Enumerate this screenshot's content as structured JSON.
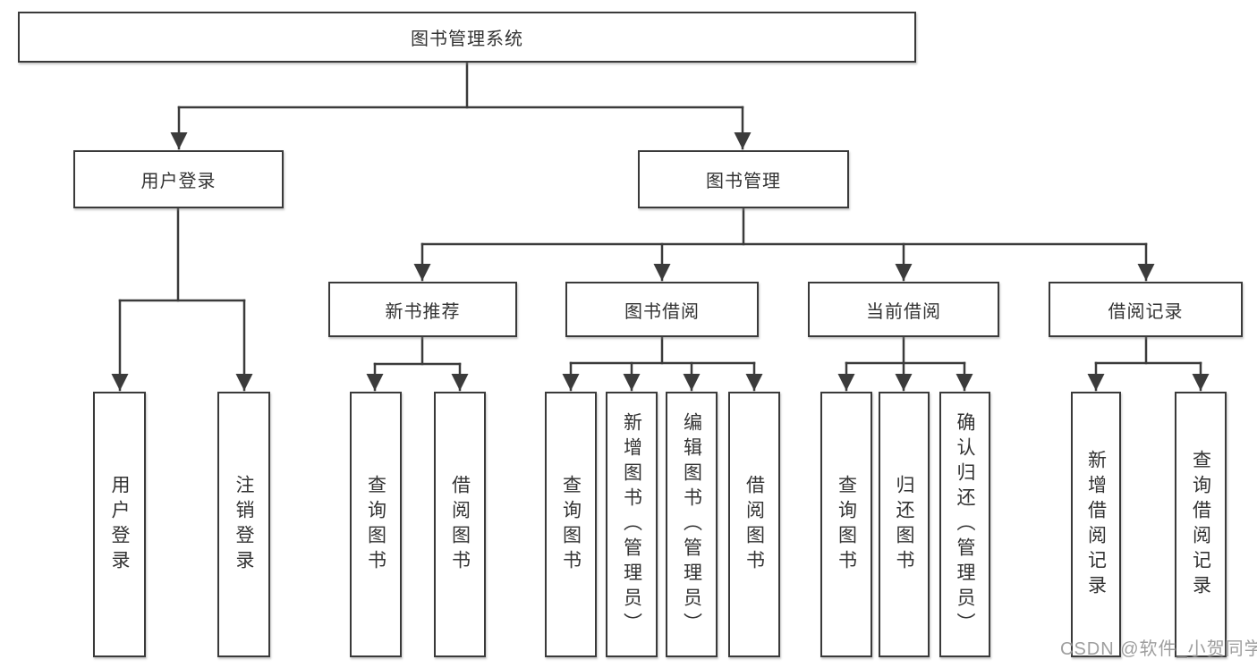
{
  "diagram": {
    "root": {
      "label": "图书管理系统"
    },
    "level2": [
      {
        "label": "用户登录"
      },
      {
        "label": "图书管理"
      }
    ],
    "level3": [
      {
        "label": "新书推荐"
      },
      {
        "label": "图书借阅"
      },
      {
        "label": "当前借阅"
      },
      {
        "label": "借阅记录"
      }
    ],
    "leaves": [
      {
        "label": "用户登录"
      },
      {
        "label": "注销登录"
      },
      {
        "label": "查询图书"
      },
      {
        "label": "借阅图书"
      },
      {
        "label": "查询图书"
      },
      {
        "label": "新增图书（管理员）"
      },
      {
        "label": "编辑图书（管理员）"
      },
      {
        "label": "借阅图书"
      },
      {
        "label": "查询图书"
      },
      {
        "label": "归还图书"
      },
      {
        "label": "确认归还（管理员）"
      },
      {
        "label": "新增借阅记录"
      },
      {
        "label": "查询借阅记录"
      }
    ]
  },
  "watermark": {
    "text": "CSDN @软件_小贺同学"
  },
  "colors": {
    "line": "#3b3b3b",
    "text": "#333333",
    "watermark": "#949494",
    "background": "#ffffff"
  }
}
